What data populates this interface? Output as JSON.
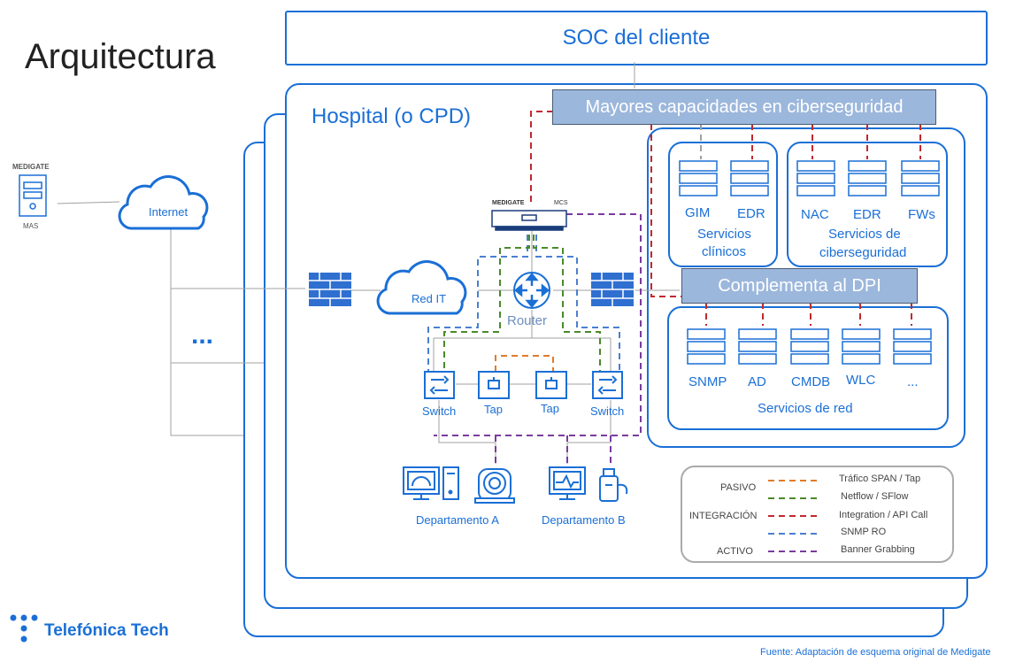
{
  "title": "Arquitectura",
  "soc": "SOC del cliente",
  "hospital": "Hospital (o CPD)",
  "banner_top": "Mayores capacidades en ciberseguridad",
  "banner_mid": "Complementa al DPI",
  "medigate_mas": {
    "brand": "MEDIGATE",
    "label": "MAS"
  },
  "medigate_mcs": {
    "brand": "MEDIGATE",
    "label": "MCS"
  },
  "internet": "Internet",
  "red_it": "Red IT",
  "router": "Router",
  "ellipsis": "...",
  "switch_left": "Switch",
  "switch_right": "Switch",
  "tap_left": "Tap",
  "tap_right": "Tap",
  "dept_a": "Departamento A",
  "dept_b": "Departamento B",
  "clinical": {
    "items": [
      "GIM",
      "EDR"
    ],
    "title_line1": "Servicios",
    "title_line2": "clínicos"
  },
  "cyber": {
    "items": [
      "NAC",
      "EDR",
      "FWs"
    ],
    "title_line1": "Servicios de",
    "title_line2": "ciberseguridad"
  },
  "network": {
    "items": [
      "SNMP",
      "AD",
      "CMDB",
      "WLC",
      "..."
    ],
    "title": "Servicios de red"
  },
  "legend": {
    "groups": [
      "PASIVO",
      "INTEGRACIÓN",
      "ACTIVO"
    ],
    "entries": [
      {
        "label": "Tráfico SPAN / Tap",
        "color": "#e07b2a"
      },
      {
        "label": "Netflow / SFlow",
        "color": "#4a8a2a"
      },
      {
        "label": "Integration / API Call",
        "color": "#c0282d"
      },
      {
        "label": "SNMP RO",
        "color": "#4a7fd0"
      },
      {
        "label": "Banner Grabbing",
        "color": "#7a3aa0"
      }
    ]
  },
  "brand": "Telefónica Tech",
  "source": "Fuente: Adaptación de esquema original de Medigate",
  "colors": {
    "accent": "#1a6fd6",
    "banner": "#9cb7dc"
  }
}
